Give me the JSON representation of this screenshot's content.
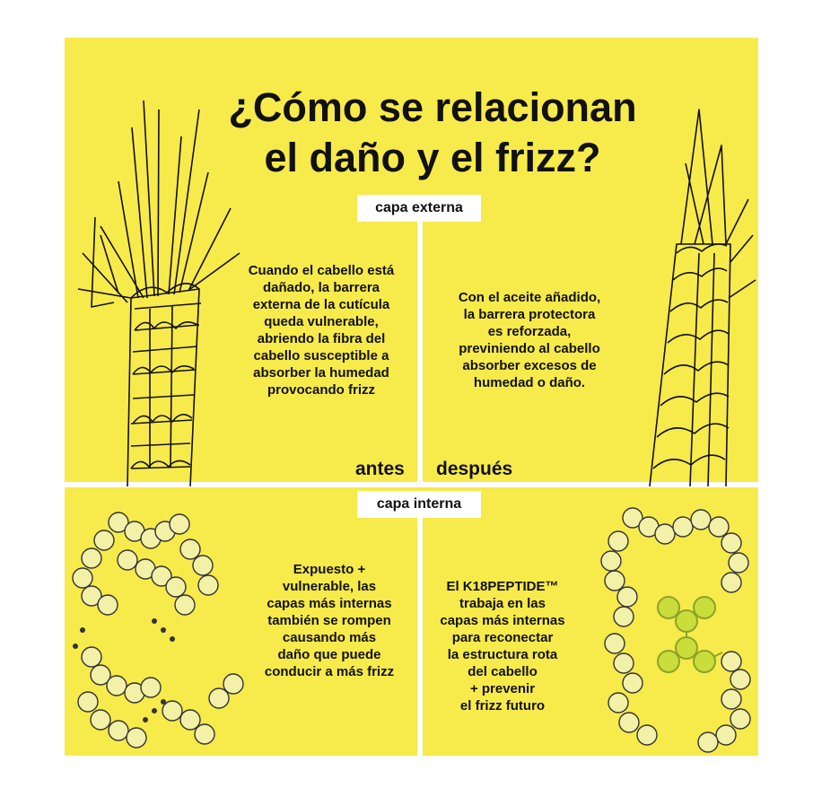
{
  "title_line1": "¿Cómo se relacionan",
  "title_line2": "el daño y el frizz?",
  "outer_layer_label": "capa externa",
  "inner_layer_label": "capa interna",
  "before_label": "antes",
  "after_label": "después",
  "outer_before_text": [
    "Cuando el cabello está",
    "dañado, la barrera",
    "externa de la cutícula",
    "queda vulnerable,",
    "abriendo la fibra del",
    "cabello susceptible a",
    "absorber la humedad",
    "provocando frizz"
  ],
  "outer_after_text": [
    "Con el aceite añadido,",
    "la barrera protectora",
    "es reforzada,",
    "previniendo al cabello",
    "absorber excesos de",
    "humedad o daño."
  ],
  "inner_before_text": [
    "Expuesto +",
    "vulnerable, las",
    "capas más internas",
    "también se rompen",
    "causando más",
    "daño que puede",
    "conducir a más frizz"
  ],
  "inner_after_text": [
    "El K18PEPTIDE™",
    "trabaja en las",
    "capas más internas",
    "para reconectar",
    "la estructura rota",
    "del cabello",
    "+ prevenir",
    "el frizz futuro"
  ],
  "colors": {
    "background": "#f7ea4b",
    "divider": "#ffffff",
    "text": "#111111",
    "bead": "#f3f0a8",
    "peptide": "#c9dd3c"
  },
  "icons": [
    "damaged-hair-strand-icon",
    "healthy-hair-strand-icon",
    "broken-keratin-chain-icon",
    "repaired-keratin-chain-icon"
  ]
}
